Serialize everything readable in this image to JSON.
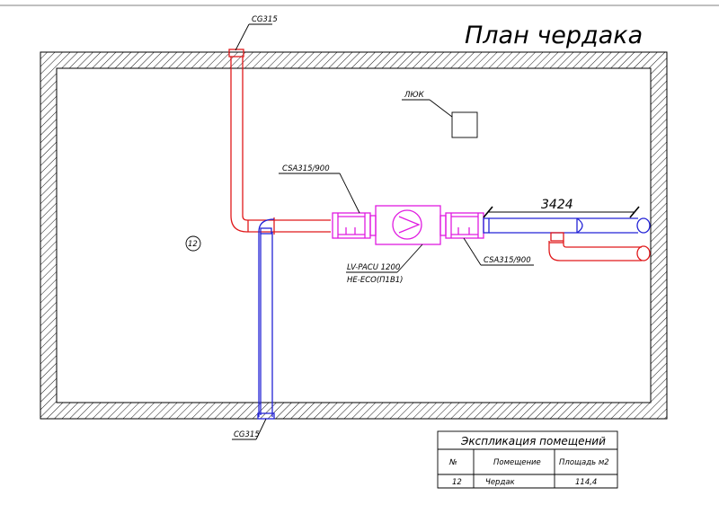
{
  "title": "План чердака",
  "labels": {
    "cg315_top": "CG315",
    "cg315_bottom": "CG315",
    "hatch": "ЛЮК",
    "csa_left": "CSA315/900",
    "csa_right": "CSA315/900",
    "unit_line1": "LV-PACU 1200",
    "unit_line2": "HE-ECO(П1В1)",
    "dimension": "3424",
    "room_number": "12"
  },
  "explication": {
    "title": "Экспликация помещений",
    "headers": [
      "№",
      "Помещение",
      "Площадь м2"
    ],
    "rows": [
      [
        "12",
        "Чердак",
        "114,4"
      ]
    ]
  },
  "colors": {
    "supply": "#e0191b",
    "exhaust": "#2323d6",
    "silencer": "#e01be0",
    "wall_hatch": "#000000"
  }
}
